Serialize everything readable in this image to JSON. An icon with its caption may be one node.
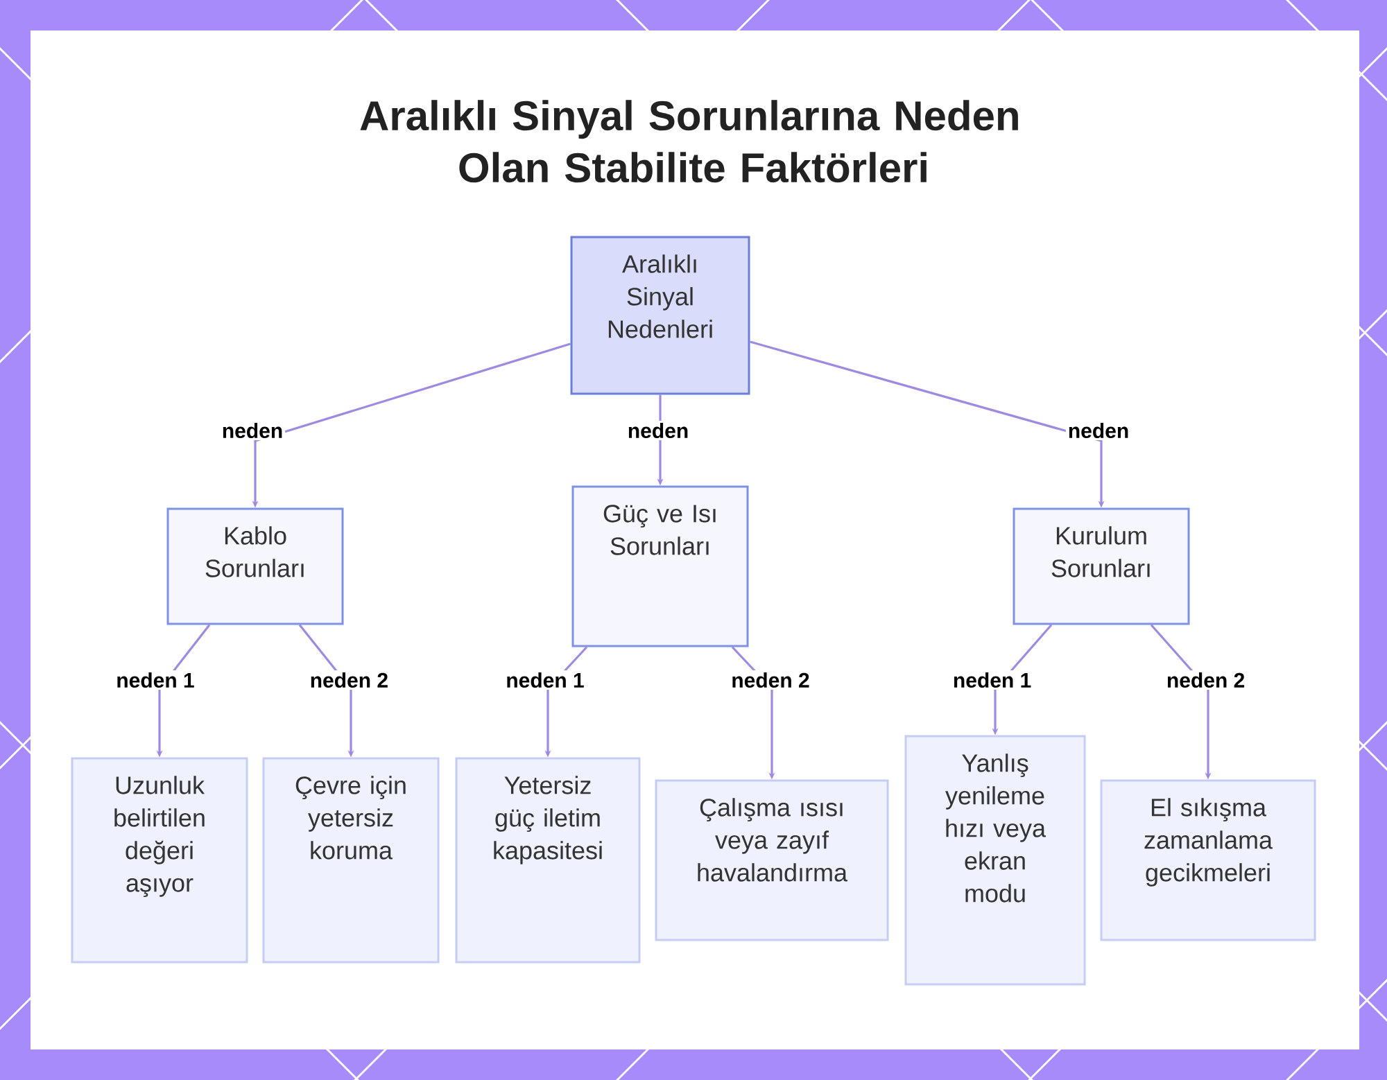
{
  "diagram": {
    "title": "Aralıklı Sinyal Sorunlarına Neden Olan Stabilite Faktörleri",
    "nodes": [
      {
        "text": [
          "Aralıklı Sinyal Nedenleri"
        ]
      },
      {
        "text": [
          "Kablo Sorunları"
        ]
      },
      {
        "text": [
          "Güç ve Isı Sorunları"
        ]
      },
      {
        "text": [
          "Kurulum Sorunları"
        ]
      },
      {
        "text": [
          "Uzunluk belirtilen değeri aşıyor"
        ]
      },
      {
        "text": [
          "Çevre için yetersiz koruma"
        ]
      },
      {
        "text": [
          "Yetersiz güç iletim kapasitesi"
        ]
      },
      {
        "text": [
          "Çalışma ısısı veya zayıf havalandırma"
        ]
      },
      {
        "text": [
          "Yanlış yenileme hızı veya ekran modu"
        ]
      },
      {
        "text": [
          "El sıkışma zamanlama gecikmeleri"
        ]
      }
    ],
    "edges": [
      {
        "from": 0,
        "to": 1,
        "arrow": "to",
        "label": "neden"
      },
      {
        "from": 0,
        "to": 2,
        "arrow": "to",
        "label": "neden"
      },
      {
        "from": 0,
        "to": 3,
        "arrow": "to",
        "label": "neden"
      },
      {
        "from": 1,
        "to": 4,
        "arrow": "to",
        "label": "neden 1"
      },
      {
        "from": 1,
        "to": 5,
        "arrow": "to",
        "label": "neden 2"
      },
      {
        "from": 2,
        "to": 6,
        "arrow": "to",
        "label": "neden 1"
      },
      {
        "from": 2,
        "to": 7,
        "arrow": "to",
        "label": "neden 2"
      },
      {
        "from": 3,
        "to": 8,
        "arrow": "to",
        "label": "neden 1"
      },
      {
        "from": 3,
        "to": 9,
        "arrow": "to",
        "label": "neden 2"
      }
    ]
  }
}
